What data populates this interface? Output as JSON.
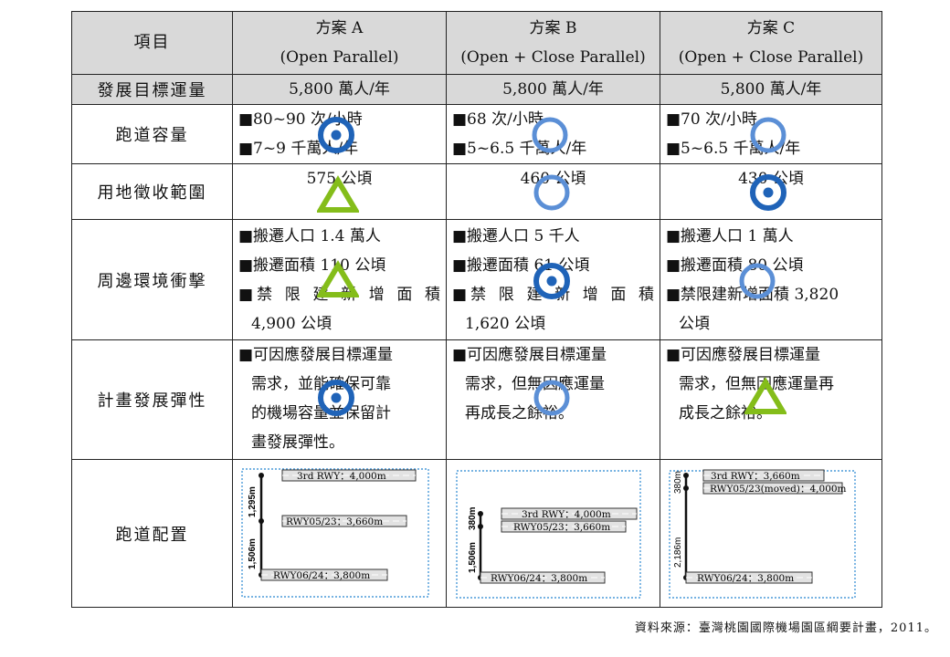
{
  "header": {
    "item": "項目",
    "options": [
      {
        "name": "方案 A",
        "sub": "(Open Parallel)"
      },
      {
        "name": "方案 B",
        "sub": "(Open + Close Parallel)"
      },
      {
        "name": "方案 C",
        "sub": "(Open + Close Parallel)"
      }
    ]
  },
  "rows": {
    "traffic": {
      "label": "發展目標運量",
      "values": [
        "5,800 萬人/年",
        "5,800 萬人/年",
        "5,800 萬人/年"
      ]
    },
    "capacity": {
      "label": "跑道容量",
      "values": [
        [
          "■80~90 次/小時",
          "■7~9 千萬人/年"
        ],
        [
          "■68 次/小時",
          "■5~6.5 千萬人/年"
        ],
        [
          "■70 次/小時",
          "■5~6.5 千萬人/年"
        ]
      ]
    },
    "land": {
      "label": "用地徵收範圍",
      "values": [
        "575 公頃",
        "460 公頃",
        "430 公頃"
      ]
    },
    "impact": {
      "label": "周邊環境衝擊",
      "values": [
        [
          "■搬遷人口 1.4 萬人",
          "■搬遷面積 110 公頃",
          "■禁 限 建 新 增 面 積",
          "4,900 公頃"
        ],
        [
          "■搬遷人口 5 千人",
          "■搬遷面積 61 公頃",
          "■禁 限 建 新 增 面 積",
          "1,620 公頃"
        ],
        [
          "■搬遷人口 1 萬人",
          "■搬遷面積 80 公頃",
          "■禁限建新增面積 3,820",
          "公頃"
        ]
      ]
    },
    "flex": {
      "label": "計畫發展彈性",
      "values": [
        [
          "■可因應發展目標運量",
          "需求，並能確保可靠",
          "的機場容量並保留計",
          "畫發展彈性。"
        ],
        [
          "■可因應發展目標運量",
          "需求，但無因應運量",
          "再成長之餘裕。"
        ],
        [
          "■可因應發展目標運量",
          "需求，但無因應運量再",
          "成長之餘裕。"
        ]
      ]
    },
    "layout": {
      "label": "跑道配置"
    }
  },
  "ratings": {
    "capacity": [
      "double-circle",
      "circle",
      "circle"
    ],
    "land": [
      "triangle",
      "circle",
      "double-circle"
    ],
    "impact": [
      "triangle",
      "double-circle",
      "circle"
    ],
    "flex": [
      "double-circle",
      "circle",
      "triangle"
    ]
  },
  "colors": {
    "circle": "#5b8fd6",
    "double_circle": "#1f63b8",
    "triangle": "#84bd1a",
    "header_bg": "#d9d9d9",
    "frame": "#4a9ad8"
  },
  "diagrams": {
    "a": {
      "rwy3": "3rd RWY：4,000m",
      "rwy0523": "RWY05/23：3,660m",
      "rwy0624": "RWY06/24：3,800m",
      "sep_upper": "1,295m",
      "sep_lower": "1,506m"
    },
    "b": {
      "rwy3": "3rd RWY：4,000m",
      "rwy0523": "RWY05/23：3,660m",
      "rwy0624": "RWY06/24：3,800m",
      "sep_upper": "380m",
      "sep_lower": "1,506m"
    },
    "c": {
      "rwy3": "3rd RWY：3,660m",
      "rwy0523": "RWY05/23(moved)：4,000m",
      "rwy0624": "RWY06/24：3,800m",
      "sep_upper": "380m",
      "sep_lower": "2,186m"
    }
  },
  "source": "資料來源：臺灣桃園國際機場園區綱要計畫，2011。"
}
